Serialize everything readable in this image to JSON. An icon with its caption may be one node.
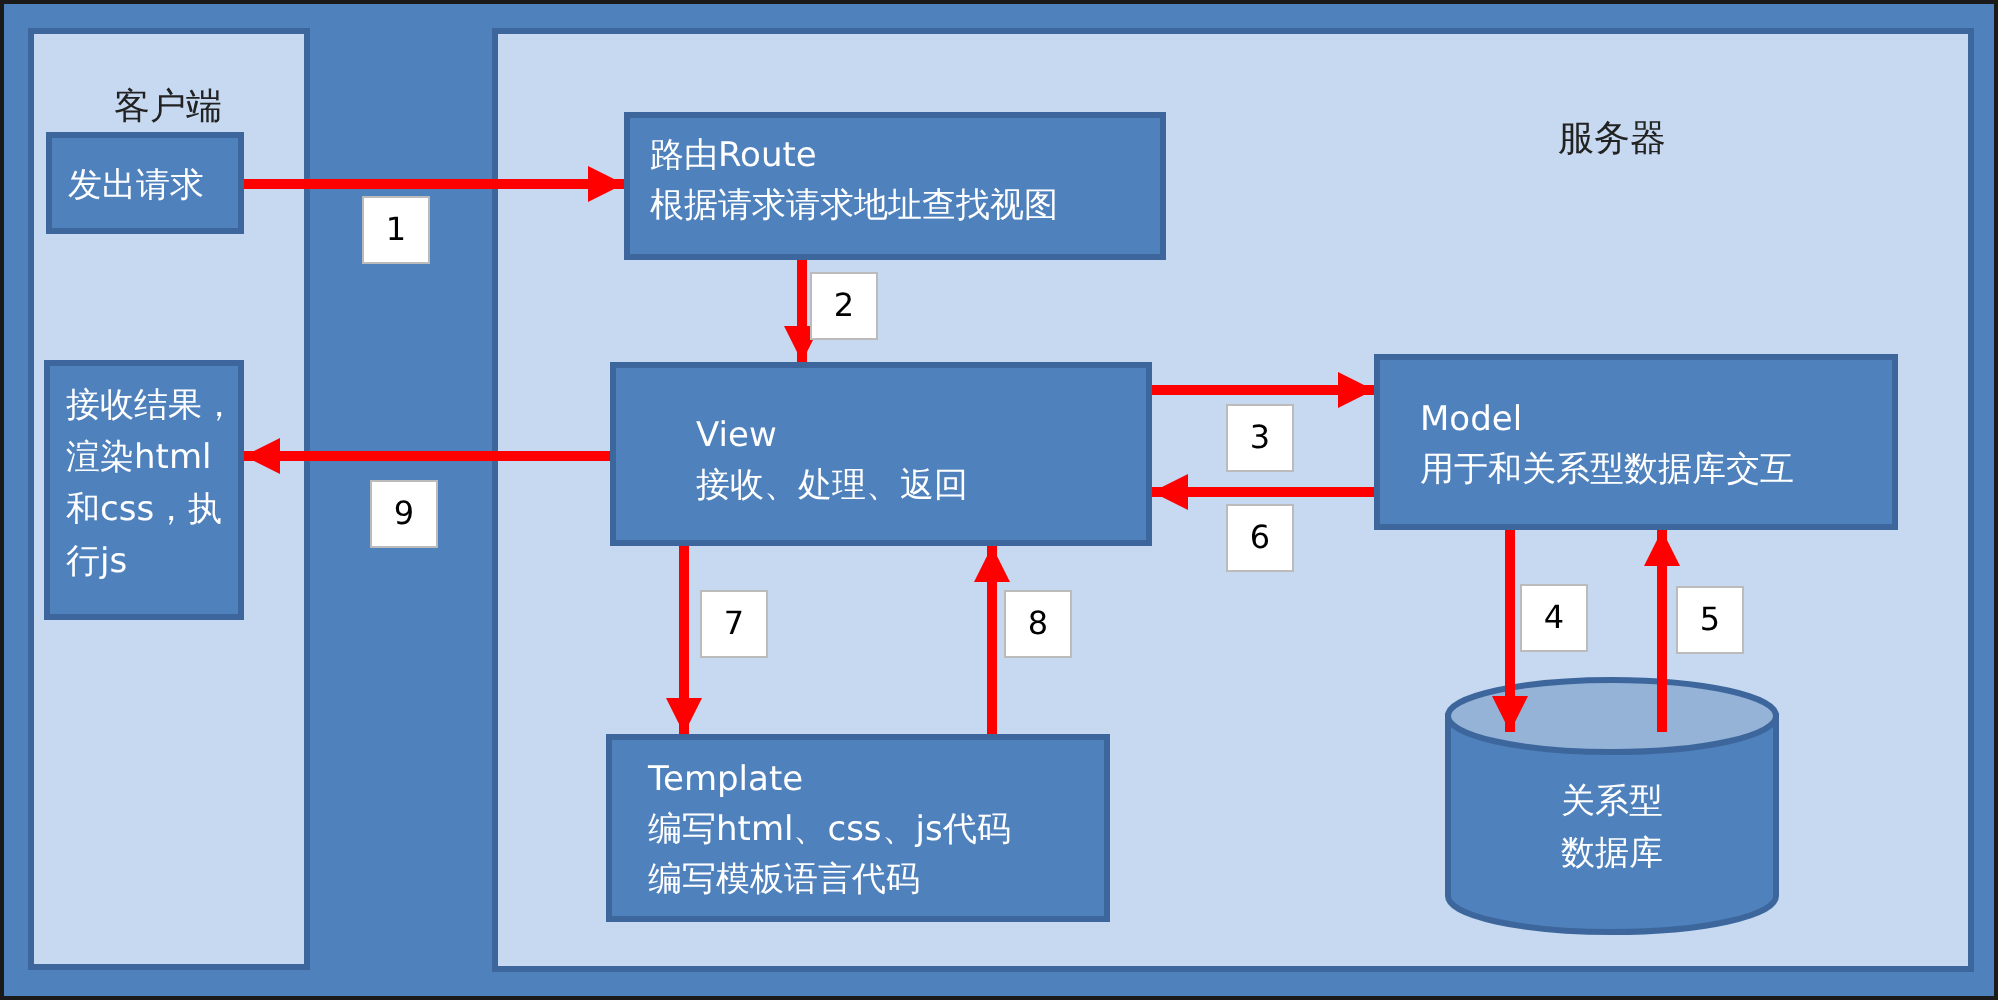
{
  "diagram": {
    "nodes": [
      {
        "text": [
          "客户端"
        ]
      },
      {
        "text": [
          "发出请求"
        ],
        "in": 0
      },
      {
        "text": [
          "接收结果，渲染html和css，执行js"
        ],
        "in": 0
      },
      {
        "text": [
          "服务器"
        ]
      },
      {
        "text": [
          "路由Route",
          "根据请求请求地址查找视图"
        ],
        "in": 3
      },
      {
        "text": [
          "View",
          "接收、处理、返回"
        ],
        "in": 3
      },
      {
        "text": [
          "Model",
          "用于和关系型数据库交互"
        ],
        "in": 3
      },
      {
        "text": [
          "Template",
          "编写html、css、js代码",
          "编写模板语言代码"
        ],
        "in": 3
      },
      {
        "text": [
          "关系型数据库"
        ],
        "in": 3
      }
    ],
    "edges": [
      {
        "from": 1,
        "to": 4,
        "arrow": "to",
        "label": "1"
      },
      {
        "from": 4,
        "to": 5,
        "arrow": "to",
        "label": "2"
      },
      {
        "from": 5,
        "to": 6,
        "arrow": "to",
        "label": "3"
      },
      {
        "from": 6,
        "to": 8,
        "arrow": "to",
        "label": "4"
      },
      {
        "from": 8,
        "to": 6,
        "arrow": "to",
        "label": "5"
      },
      {
        "from": 6,
        "to": 5,
        "arrow": "to",
        "label": "6"
      },
      {
        "from": 5,
        "to": 7,
        "arrow": "to",
        "label": "7"
      },
      {
        "from": 7,
        "to": 5,
        "arrow": "to",
        "label": "8"
      },
      {
        "from": 5,
        "to": 2,
        "arrow": "to",
        "label": "9"
      }
    ]
  }
}
